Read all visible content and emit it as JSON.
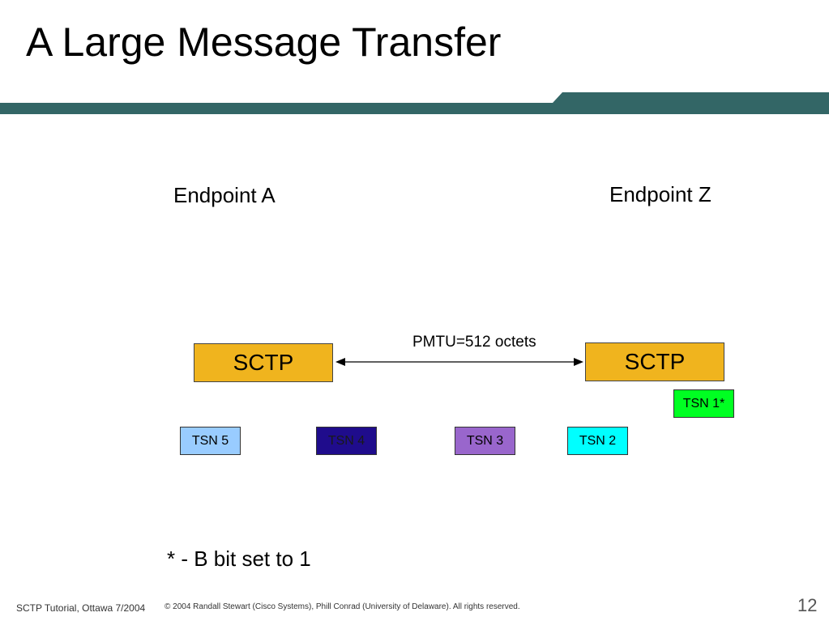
{
  "slide": {
    "title": "A Large Message Transfer",
    "footer_left": "SCTP Tutorial, Ottawa 7/2004",
    "footer_copyright": "© 2004 Randall Stewart (Cisco Systems), Phill Conrad (University of Delaware). All rights reserved.",
    "page_number": "12"
  },
  "colors": {
    "title_bar": "#336666",
    "sctp_box": "#f0b41e"
  },
  "diagram": {
    "endpoint_a_label": "Endpoint A",
    "endpoint_z_label": "Endpoint Z",
    "sctp_a_label": "SCTP",
    "sctp_z_label": "SCTP",
    "pmtu_label": "PMTU=512 octets",
    "tsn": {
      "tsn1": "TSN 1*",
      "tsn2": "TSN 2",
      "tsn3": "TSN 3",
      "tsn4": "TSN 4",
      "tsn5": "TSN 5"
    },
    "footnote": "* - B bit set to 1"
  }
}
